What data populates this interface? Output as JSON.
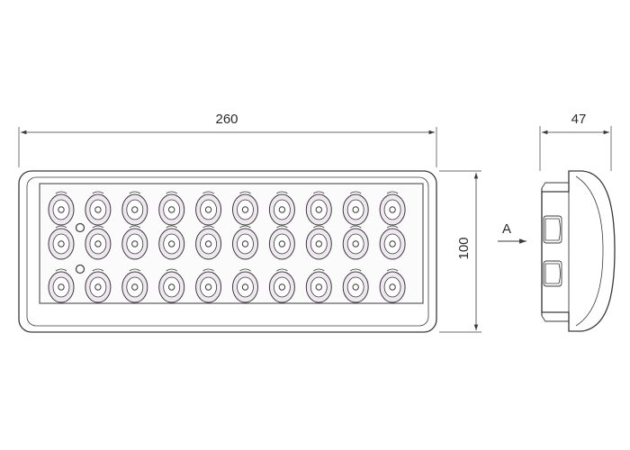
{
  "dimensions": {
    "width_label": "260",
    "depth_label": "47",
    "height_label": "100"
  },
  "view_marker": {
    "label": "A"
  },
  "led_grid": {
    "rows": 3,
    "columns": 10
  },
  "indicators": {
    "count": 2
  },
  "colors": {
    "line": "#3a3a3a",
    "led_fill": "#f0e8f0",
    "panel_fill": "#fbfbfb"
  }
}
